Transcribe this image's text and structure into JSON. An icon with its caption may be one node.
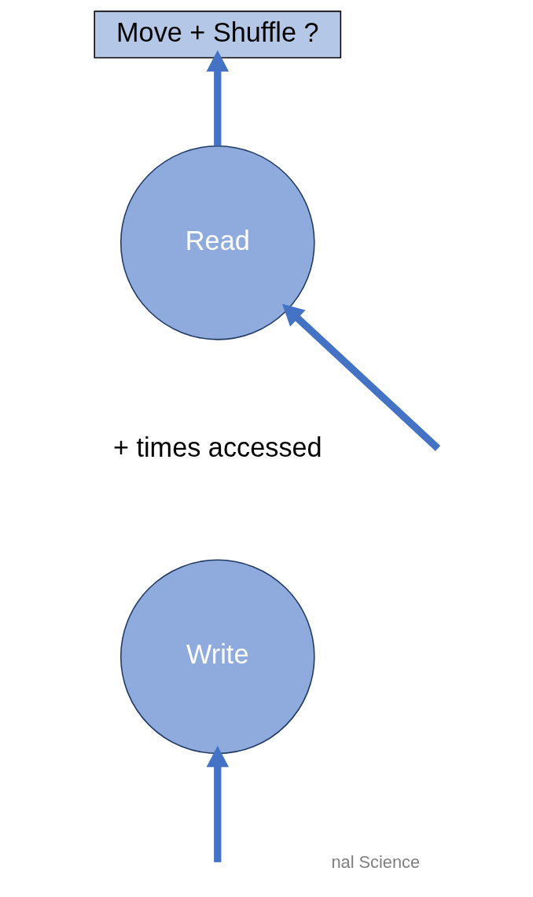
{
  "diagram": {
    "nodes": [
      {
        "text": [
          "Move + Shuffle ?"
        ]
      },
      {
        "text": [
          "Read"
        ],
        "beside": [
          "+ times accessed"
        ]
      },
      {
        "text": [
          "Write"
        ]
      }
    ],
    "edges": [
      {
        "from": null,
        "to": 1,
        "arrow": "to"
      },
      {
        "from": null,
        "to": 2,
        "arrow": "to"
      },
      {
        "from": 1,
        "to": 0,
        "arrow": "to"
      }
    ],
    "labels": [
      "nal Science"
    ]
  }
}
